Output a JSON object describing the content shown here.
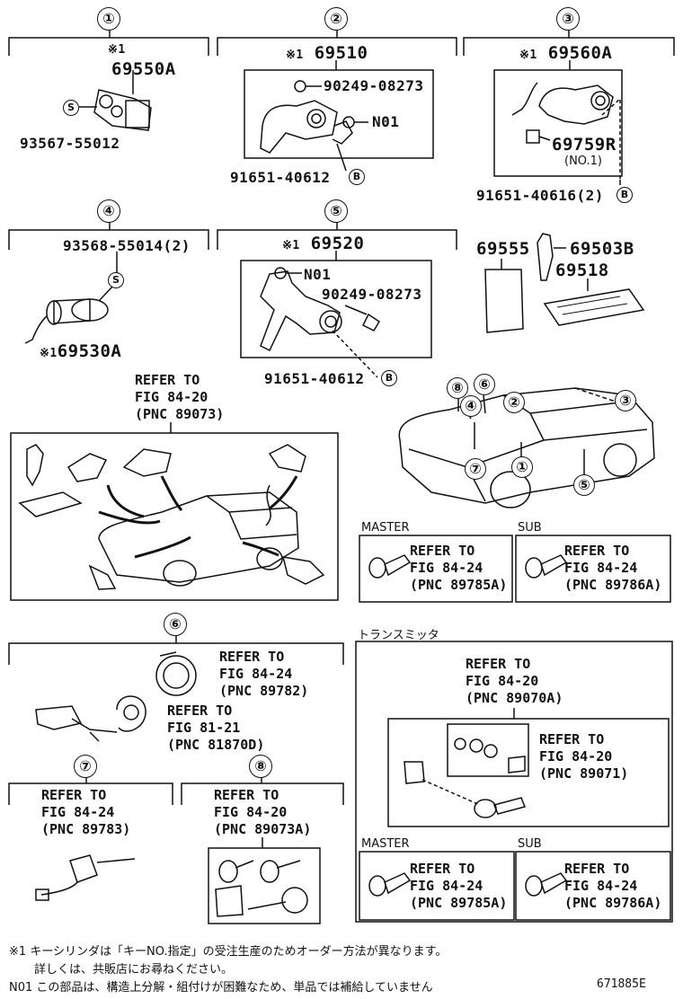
{
  "sections": [
    {
      "num": "①",
      "marker": "※1",
      "part": "69550A",
      "sub": [
        "93567-55012"
      ],
      "s_mark": "S"
    },
    {
      "num": "②",
      "marker": "※1",
      "part": "69510",
      "sub": [
        "90249-08273",
        "N01",
        "91651-40612"
      ],
      "b_mark": "B"
    },
    {
      "num": "③",
      "marker": "※1",
      "part": "69560A",
      "sub": [
        "69759R",
        "(NO.1)",
        "91651-40616(2)"
      ],
      "b_mark": "B"
    },
    {
      "num": "④",
      "marker": "※1",
      "part": "69530A",
      "sub": [
        "93568-55014(2)"
      ],
      "s_mark": "S"
    },
    {
      "num": "⑤",
      "marker": "※1",
      "part": "69520",
      "sub": [
        "N01",
        "90249-08273",
        "91651-40612"
      ],
      "b_mark": "B"
    },
    {
      "num": "⑥",
      "refs": [
        {
          "l1": "REFER TO",
          "l2": "FIG 84-24",
          "l3": "(PNC 89782)"
        },
        {
          "l1": "REFER TO",
          "l2": "FIG 81-21",
          "l3": "(PNC 81870D)"
        }
      ]
    },
    {
      "num": "⑦",
      "ref": {
        "l1": "REFER TO",
        "l2": "FIG 84-24",
        "l3": "(PNC 89783)"
      }
    },
    {
      "num": "⑧",
      "ref": {
        "l1": "REFER TO",
        "l2": "FIG 84-20",
        "l3": "(PNC 89073A)"
      }
    }
  ],
  "loose_parts": [
    "69555",
    "69503B",
    "69518"
  ],
  "car_refs": {
    "l1": "REFER TO",
    "l2": "FIG 84-20",
    "l3": "(PNC 89073)"
  },
  "car_callouts": [
    "⑧",
    "⑥",
    "④",
    "②",
    "③",
    "⑦",
    "①",
    "⑤"
  ],
  "master_label": "MASTER",
  "sub_label": "SUB",
  "master_ref": {
    "l1": "REFER TO",
    "l2": "FIG 84-24",
    "l3": "(PNC 89785A)"
  },
  "sub_ref": {
    "l1": "REFER TO",
    "l2": "FIG 84-24",
    "l3": "(PNC 89786A)"
  },
  "transmitter": {
    "title": "トランスミッタ",
    "ref_outer": {
      "l1": "REFER TO",
      "l2": "FIG 84-20",
      "l3": "(PNC 89070A)"
    },
    "ref_inner": {
      "l1": "REFER TO",
      "l2": "FIG 84-20",
      "l3": "(PNC 89071)"
    }
  },
  "footnotes": {
    "n1_mark": "※1",
    "n1_line1": "キーシリンダは「キーNO.指定」の受注生産のためオーダー方法が異なります。",
    "n1_line2": "詳しくは、共販店にお尋ねください。",
    "n01_mark": "N01",
    "n01_text": "この部品は、構造上分解・組付けが困難なため、単品では補給していません",
    "fig_id": "671885E"
  }
}
